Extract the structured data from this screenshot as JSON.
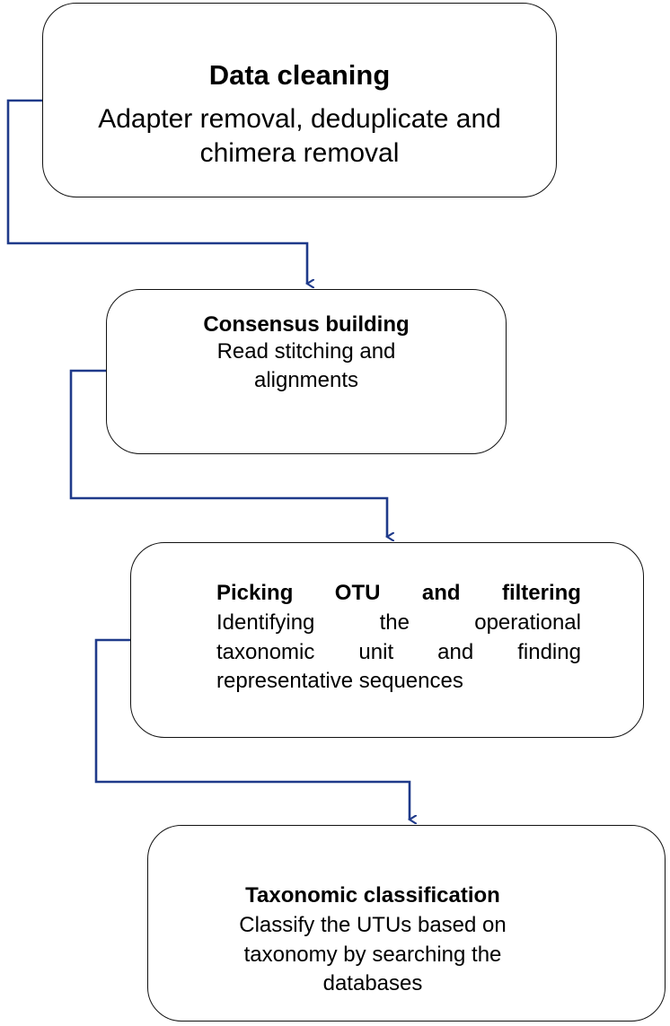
{
  "colors": {
    "connector": "#1f3a8a",
    "box_border": "#111111",
    "text": "#000000"
  },
  "steps": [
    {
      "title": "Data cleaning",
      "lines": [
        "Adapter removal, deduplicate and",
        "chimera removal"
      ]
    },
    {
      "title": "Consensus building",
      "lines": [
        "Read stitching and",
        "alignments"
      ]
    },
    {
      "title_words": [
        "Picking",
        "OTU",
        "and",
        "filtering"
      ],
      "line_words": [
        [
          "Identifying",
          "the",
          "operational"
        ],
        [
          "taxonomic",
          "unit",
          "and",
          "finding"
        ],
        [
          "representative sequences"
        ]
      ]
    },
    {
      "title": "Taxonomic classification",
      "lines": [
        "Classify the UTUs based on",
        "taxonomy by searching the",
        "databases"
      ]
    }
  ]
}
